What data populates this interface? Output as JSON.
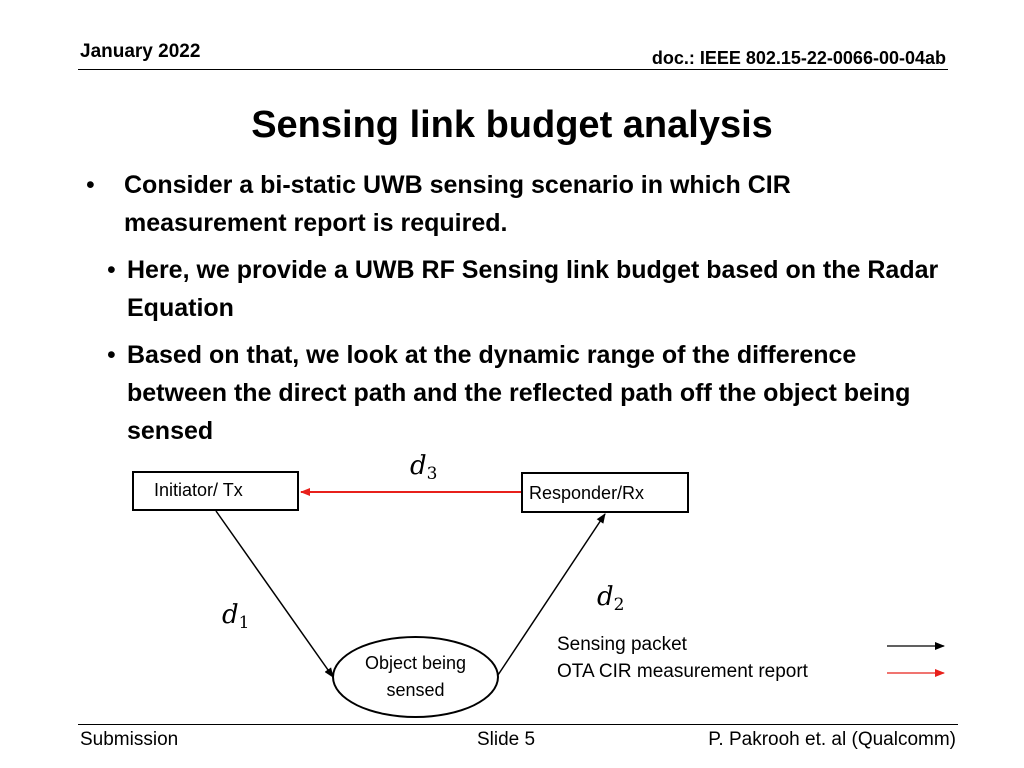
{
  "header": {
    "date": "January 2022",
    "doc_id": "doc.: IEEE 802.15-22-0066-00-04ab"
  },
  "title": "Sensing link budget analysis",
  "bullets": [
    {
      "dot": "•",
      "text": "Consider a bi-static UWB sensing scenario in which CIR measurement report is required."
    },
    {
      "dot": "•",
      "text": "Here, we provide a UWB RF Sensing link budget based on the Radar Equation"
    },
    {
      "dot": "•",
      "text": "Based on that, we look at the dynamic range of the difference between the direct path and the reflected path off the object being sensed"
    }
  ],
  "diagram": {
    "initiator_label": "Initiator/ Tx",
    "responder_label": "Responder/Rx",
    "object_label": "Object being sensed",
    "d1": {
      "symbol": "d",
      "subscript": "1"
    },
    "d2": {
      "symbol": "d",
      "subscript": "2"
    },
    "d3": {
      "symbol": "d",
      "subscript": "3"
    },
    "legend": {
      "sensing_packet": "Sensing packet",
      "ota_report": "OTA CIR measurement report"
    },
    "colors": {
      "sensing": "#000000",
      "report": "#e8201b"
    }
  },
  "footer": {
    "left": "Submission",
    "center": "Slide 5",
    "right": "P. Pakrooh et. al (Qualcomm)"
  }
}
